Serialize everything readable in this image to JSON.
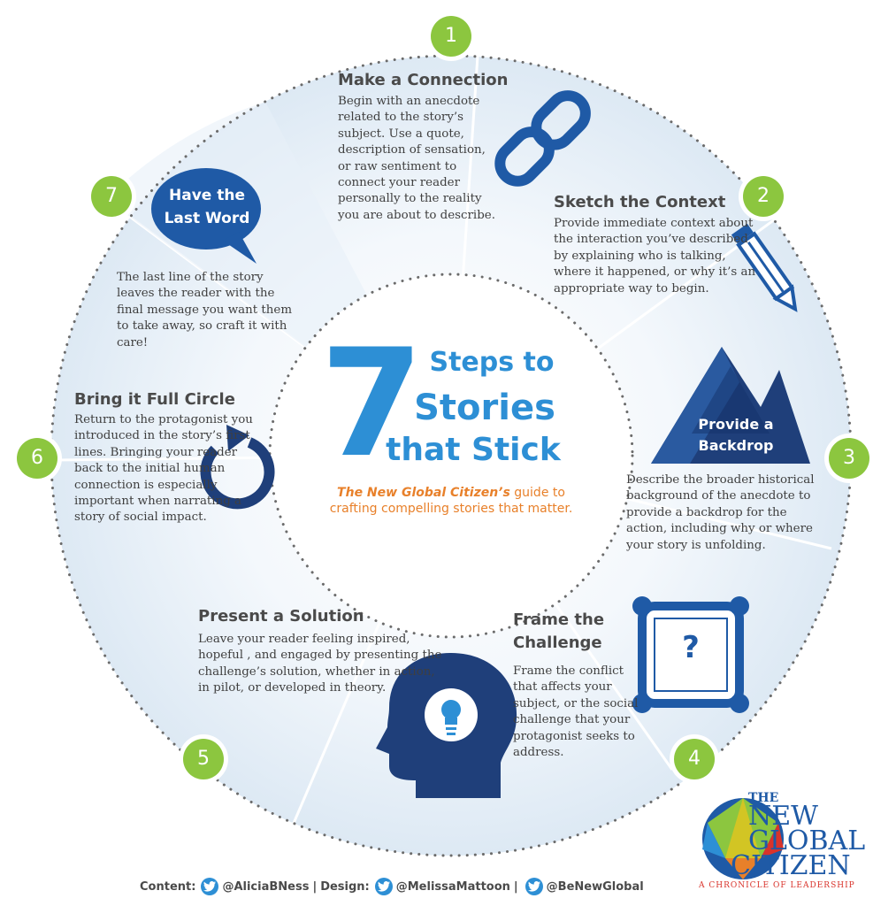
{
  "center": {
    "big_number": "7",
    "line1": "Steps to",
    "line2": "Stories",
    "line3": "that Stick",
    "tagline_brand": "The New Global Citizen’s",
    "tagline_rest": " guide to crafting compelling stories that matter."
  },
  "steps": [
    {
      "number": "1",
      "title": "Make a Connection",
      "body": "Begin with an anecdote related to the story’s subject. Use a quote, description of sensation, or raw sentiment to connect your reader personally to the reality you are about to describe.",
      "icon": "chain-link-icon"
    },
    {
      "number": "2",
      "title": "Sketch the Context",
      "body": "Provide immediate context about the interaction you’ve described by explaining who is talking, where it happened, or why it’s an appropriate way to begin.",
      "icon": "pencil-icon"
    },
    {
      "number": "3",
      "title": "Provide a Backdrop",
      "body": "Describe the broader historical background of the anecdote to provide a backdrop for the action, including why or where your story is unfolding.",
      "icon": "mountains-icon"
    },
    {
      "number": "4",
      "title": "Frame the Challenge",
      "body": "Frame the conflict that affects your subject, or the social challenge that your protagonist seeks to address.",
      "icon": "question-frame-icon"
    },
    {
      "number": "5",
      "title": "Present a Solution",
      "body": "Leave your reader feeling inspired, hopeful , and engaged by presenting the challenge’s solution, whether in action, in pilot, or developed in theory.",
      "icon": "head-lightbulb-icon"
    },
    {
      "number": "6",
      "title": "Bring it Full Circle",
      "body": "Return to the protagonist you introduced in the story’s first lines. Bringing your reader back to the initial human connection is especially important when narrating a story of social impact.",
      "icon": "circular-arrow-icon"
    },
    {
      "number": "7",
      "title": "Have the Last Word",
      "body": "The last line of the story leaves the reader with the final message you want them to take away, so craft it with care!",
      "icon": "speech-bubble-icon"
    }
  ],
  "shape_labels": {
    "backdrop_line1": "Provide a",
    "backdrop_line2": "Backdrop",
    "bubble_line1": "Have the",
    "bubble_line2": "Last Word",
    "frame_symbol": "?"
  },
  "footer": {
    "content_label": "Content:",
    "content_handle": "@AliciaBNess",
    "separator": "|",
    "design_label": "Design:",
    "design_handle": "@MelissaMattoon",
    "brand_handle": "@BeNewGlobal"
  },
  "logo": {
    "the": "THE",
    "new": "NEW",
    "global": "GLOBAL",
    "citizen": "CITIZEN",
    "tagline": "A CHRONICLE OF LEADERSHIP"
  },
  "colors": {
    "accent_blue": "#2d8fd5",
    "navy": "#1f4f8e",
    "badge_green": "#8cc63f",
    "orange": "#e8802a",
    "text_gray": "#3f3f3f"
  }
}
